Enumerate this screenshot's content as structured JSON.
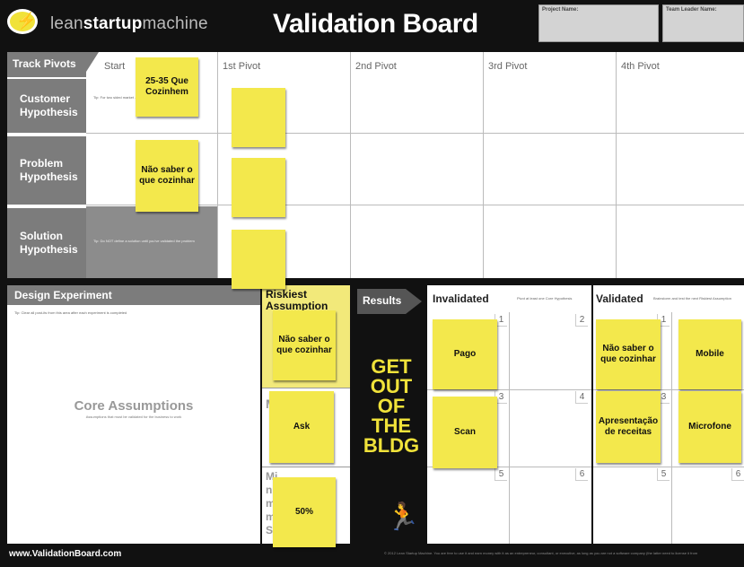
{
  "header": {
    "brand_light_1": "lean",
    "brand_bold": "startup",
    "brand_light_2": "machine",
    "title": "Validation Board",
    "project_label": "Project Name:",
    "leader_label": "Team Leader Name:"
  },
  "track_pivots": {
    "title": "Track Pivots",
    "columns": [
      "Start",
      "1st Pivot",
      "2nd Pivot",
      "3rd Pivot",
      "4th Pivot"
    ],
    "rows": [
      "Customer Hypothesis",
      "Problem Hypothesis",
      "Solution Hypothesis"
    ],
    "tip_customer": "Tip: For two sided market ... that",
    "tip_solution": "Tip: Do NOT define a solution until you've validated the problem"
  },
  "design": {
    "title": "Design Experiment",
    "tip": "Tip: Clear all post-its from this area after each experiment is completed",
    "core_title": "Core Assumptions",
    "core_sub": "Assumptions that must be validated for the business to work",
    "riskiest": "Riskiest Assumption",
    "method_partial": "M",
    "mvc_partial": "Minimum S C"
  },
  "results": {
    "label": "Results",
    "get_out": [
      "GET",
      "OUT",
      "OF THE",
      "BLDG"
    ],
    "invalidated": "Invalidated",
    "invalidated_tip": "Pivot at least one Core Hypothesis",
    "validated": "Validated",
    "validated_tip": "Brainstorm and test the next Riskiest Assumption",
    "cell_numbers": [
      "1",
      "2",
      "3",
      "4",
      "5",
      "6"
    ]
  },
  "notes": {
    "customer": "25-35 Que Cozinhem",
    "problem": "Não saber o que cozinhar",
    "riskiest": "Não saber o que cozinhar",
    "method": "Ask",
    "mvc": "50%",
    "inv1": "Pago",
    "inv2": "Scan",
    "val1": "Não saber o que cozinhar",
    "val2": "Mobile",
    "val3": "Apresentação de receitas",
    "val4": "Microfone"
  },
  "footer": {
    "url": "www.ValidationBoard.com",
    "copy": "© 2012 Lean Startup Machine. You are free to use it and earn money with it as an entrepreneur, consultant, or executive, as long as you are not a software company (the latter need to license it from"
  },
  "colors": {
    "note": "#f3e84c",
    "accent": "#f0e23a",
    "label_bg": "#7c7c7c"
  }
}
